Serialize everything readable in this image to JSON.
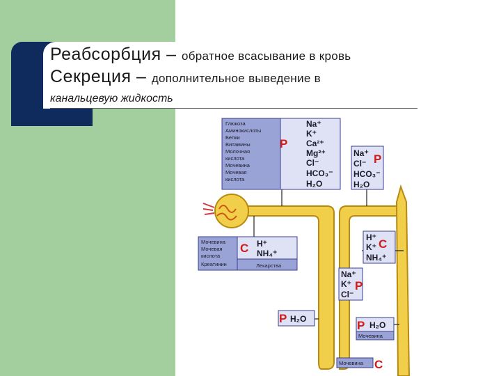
{
  "title": {
    "term1": "Реабсорбция –",
    "def1": "обратное всасывание в кровь",
    "term2": "Секреция –",
    "def2": "дополнительное выведение в",
    "def2_cont": "канальцевую жидкость"
  },
  "diagram": {
    "box_top": {
      "list": [
        "Глюкоза",
        "Аминокислоты",
        "Белки",
        "Витамины",
        "Молочная",
        "кислота",
        "Мочевина",
        "Мочевая",
        "кислота"
      ],
      "marker": "P",
      "ions": [
        "Na⁺",
        "K⁺",
        "Ca²⁺",
        "Mg²⁺",
        "Cl⁻",
        "HCO₃⁻",
        "H₂O"
      ]
    },
    "box_top_right": {
      "ions": [
        "Na⁺",
        "Cl⁻",
        "HCO₃⁻",
        "H₂O"
      ],
      "marker": "P"
    },
    "box_left": {
      "list": [
        "Мочевина",
        "Мочевая",
        "кислота",
        "Креатинин"
      ],
      "marker": "C",
      "ions": [
        "H⁺",
        "NH₄⁺"
      ],
      "drug": "Лекарства"
    },
    "box_distal_secr": {
      "ions": [
        "H⁺",
        "K⁺",
        "NH₄⁺"
      ],
      "marker": "C"
    },
    "box_loop_reabs": {
      "ions": [
        "Na⁺",
        "K⁺",
        "Cl⁻"
      ],
      "marker": "P"
    },
    "box_h2o_left": {
      "marker": "P",
      "text": "H₂O"
    },
    "box_h2o_right": {
      "marker": "P",
      "text": "H₂O",
      "sub": "Мочевина"
    },
    "box_bottom": {
      "text": "Мочевина",
      "marker": "C"
    }
  },
  "colors": {
    "green": "#a3cf9f",
    "navy": "#0f2a5c",
    "box_fill": "#9aa3d6",
    "box_dark": "#3b3f8f",
    "marker_red": "#d11a1a",
    "tubule": "#f2cf4a",
    "tubule_stroke": "#b88a10"
  }
}
